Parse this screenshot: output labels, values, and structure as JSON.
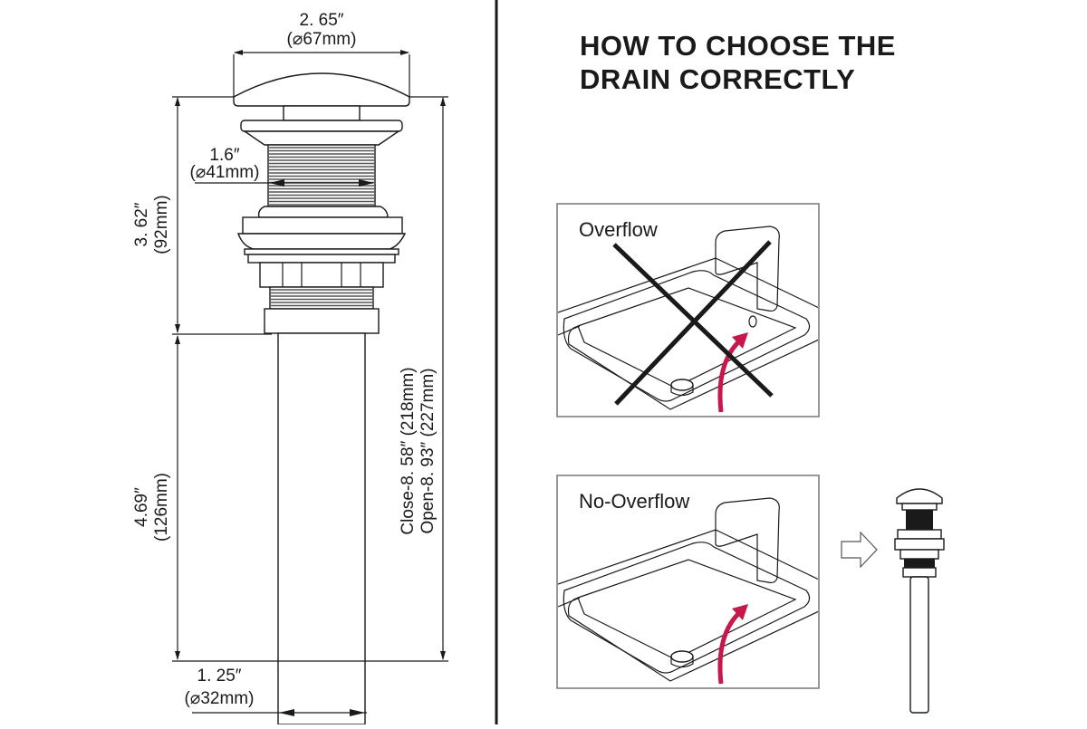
{
  "dimensions": {
    "cap_diameter": {
      "inch": "2. 65″",
      "mm": "(⌀67mm)"
    },
    "thread_diameter": {
      "inch": "1.6″",
      "mm": "(⌀41mm)"
    },
    "upper_height": {
      "inch": "3. 62″",
      "mm": "(92mm)"
    },
    "tail_length": {
      "inch": "4.69″",
      "mm": "(126mm)"
    },
    "total_close": "Close-8. 58″ (218mm)",
    "total_open": "Open-8. 93″ (227mm)",
    "tail_diameter": {
      "inch": "1. 25″",
      "mm": "(⌀32mm)"
    }
  },
  "guide": {
    "title_line1": "HOW TO CHOOSE THE",
    "title_line2": "DRAIN CORRECTLY",
    "panels": [
      {
        "label": "Overflow",
        "crossed_out": true
      },
      {
        "label": "No-Overflow",
        "crossed_out": false
      }
    ]
  },
  "colors": {
    "accent_arrow": "#c8174a",
    "line": "#1a1a1a"
  }
}
